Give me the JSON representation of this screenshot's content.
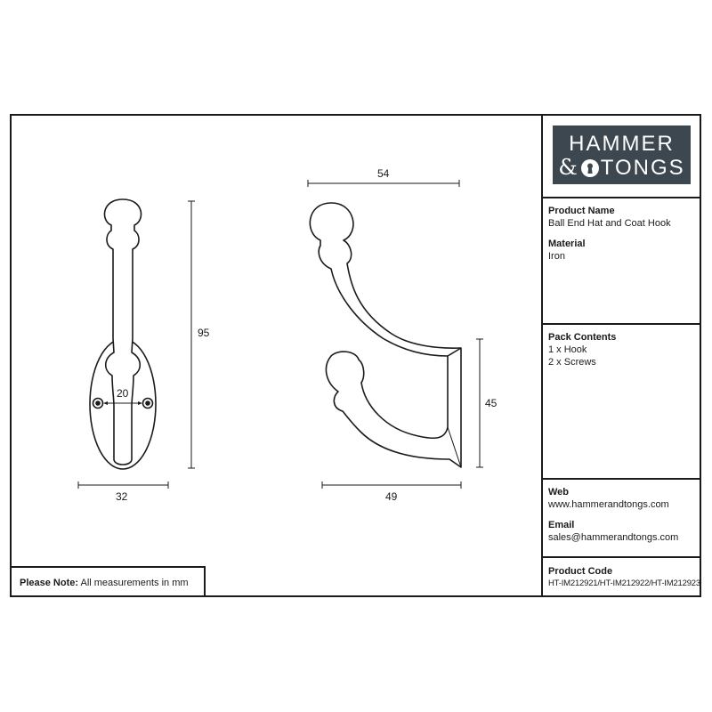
{
  "brand": {
    "line1": "HAMMER",
    "line2_prefix": "&",
    "line2_word": "TONGS",
    "bg_color": "#3c474f"
  },
  "product": {
    "name_label": "Product Name",
    "name_value": "Ball End Hat and Coat Hook",
    "material_label": "Material",
    "material_value": "Iron"
  },
  "pack": {
    "label": "Pack Contents",
    "items": [
      "1 x Hook",
      "2 x Screws"
    ]
  },
  "contact": {
    "web_label": "Web",
    "web_value": "www.hammerandtongs.com",
    "email_label": "Email",
    "email_value": "sales@hammerandtongs.com"
  },
  "code": {
    "label": "Product Code",
    "value": "HT-IM212921/HT-IM212922/HT-IM212923"
  },
  "note": {
    "label": "Please Note:",
    "text": "All measurements in mm"
  },
  "dimensions": {
    "front_height": "95",
    "front_width": "32",
    "screw_spacing": "20",
    "side_top_width": "54",
    "side_bottom_width": "49",
    "side_lower_height": "45"
  },
  "icons": {
    "logo_keyhole": "keyhole-icon"
  },
  "colors": {
    "line": "#1a1a1a"
  }
}
